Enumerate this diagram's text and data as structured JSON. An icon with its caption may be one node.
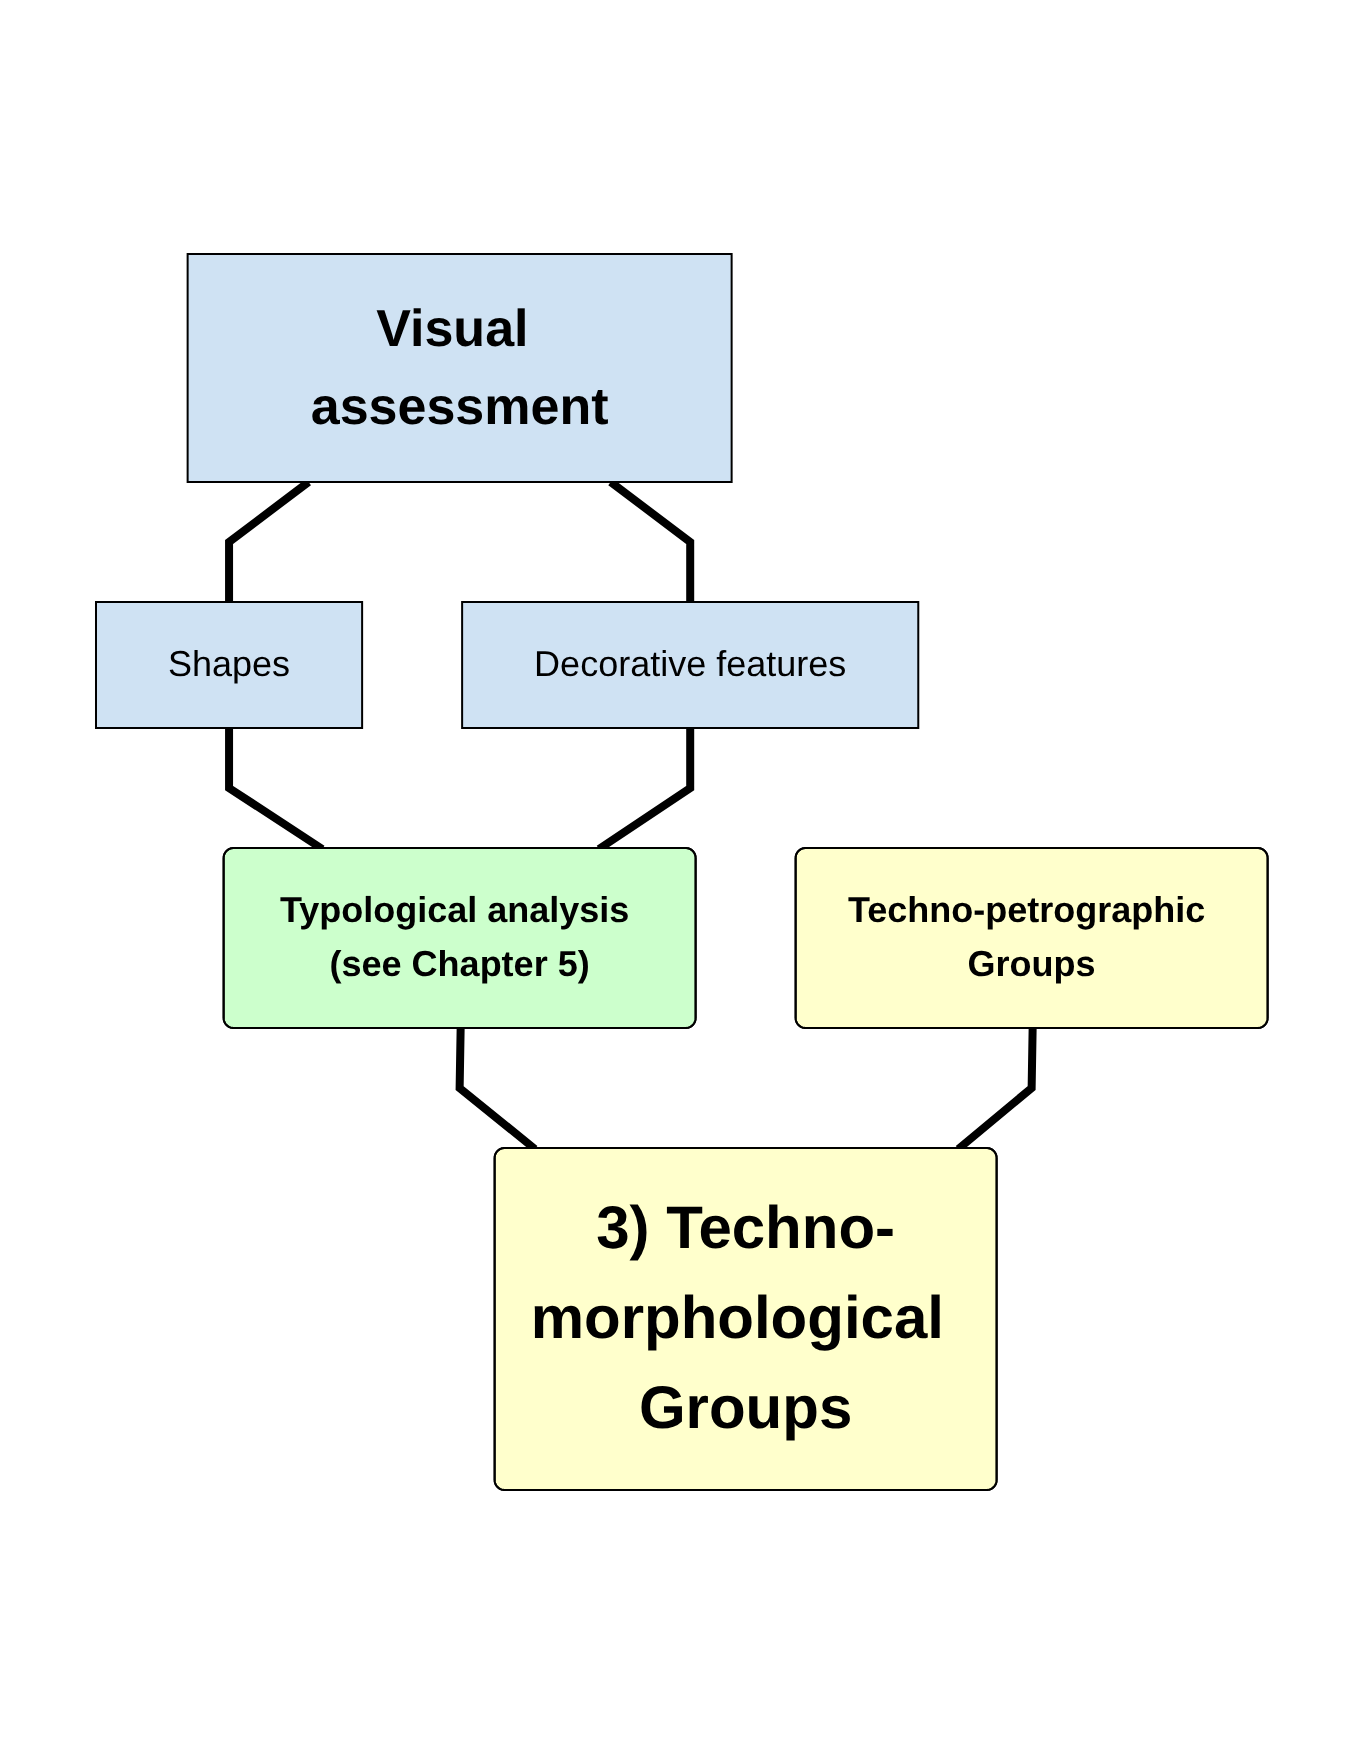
{
  "diagram": {
    "nodes": [
      {
        "text": [
          "Visual assessment"
        ]
      },
      {
        "text": [
          "Shapes"
        ]
      },
      {
        "text": [
          "Decorative features"
        ]
      },
      {
        "text": [
          "Techno-petrographic Groups"
        ]
      },
      {
        "text": [
          "Typological analysis (see Chapter 5)"
        ]
      },
      {
        "text": [
          "3) Techno-morphological Groups"
        ]
      }
    ],
    "edges": [
      {
        "from": 0,
        "to": 1,
        "arrow": "none"
      },
      {
        "from": 0,
        "to": 2,
        "arrow": "none"
      },
      {
        "from": 1,
        "to": 4,
        "arrow": "none"
      },
      {
        "from": 2,
        "to": 4,
        "arrow": "none"
      },
      {
        "from": 4,
        "to": 5,
        "arrow": "none"
      },
      {
        "from": 3,
        "to": 5,
        "arrow": "none"
      }
    ]
  }
}
